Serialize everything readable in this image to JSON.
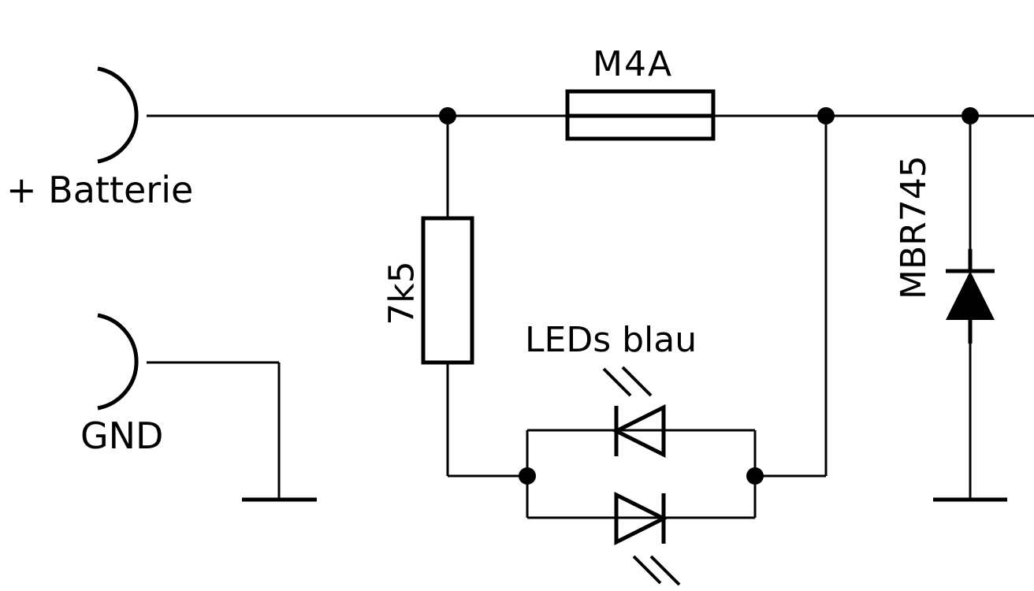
{
  "labels": {
    "battery_terminal": "+ Batterie",
    "ground_terminal": "GND",
    "fuse": "M4A",
    "resistor": "7k5",
    "leds": "LEDs blau",
    "diode": "MBR745"
  },
  "colors": {
    "stroke": "#000000",
    "background": "#ffffff"
  }
}
